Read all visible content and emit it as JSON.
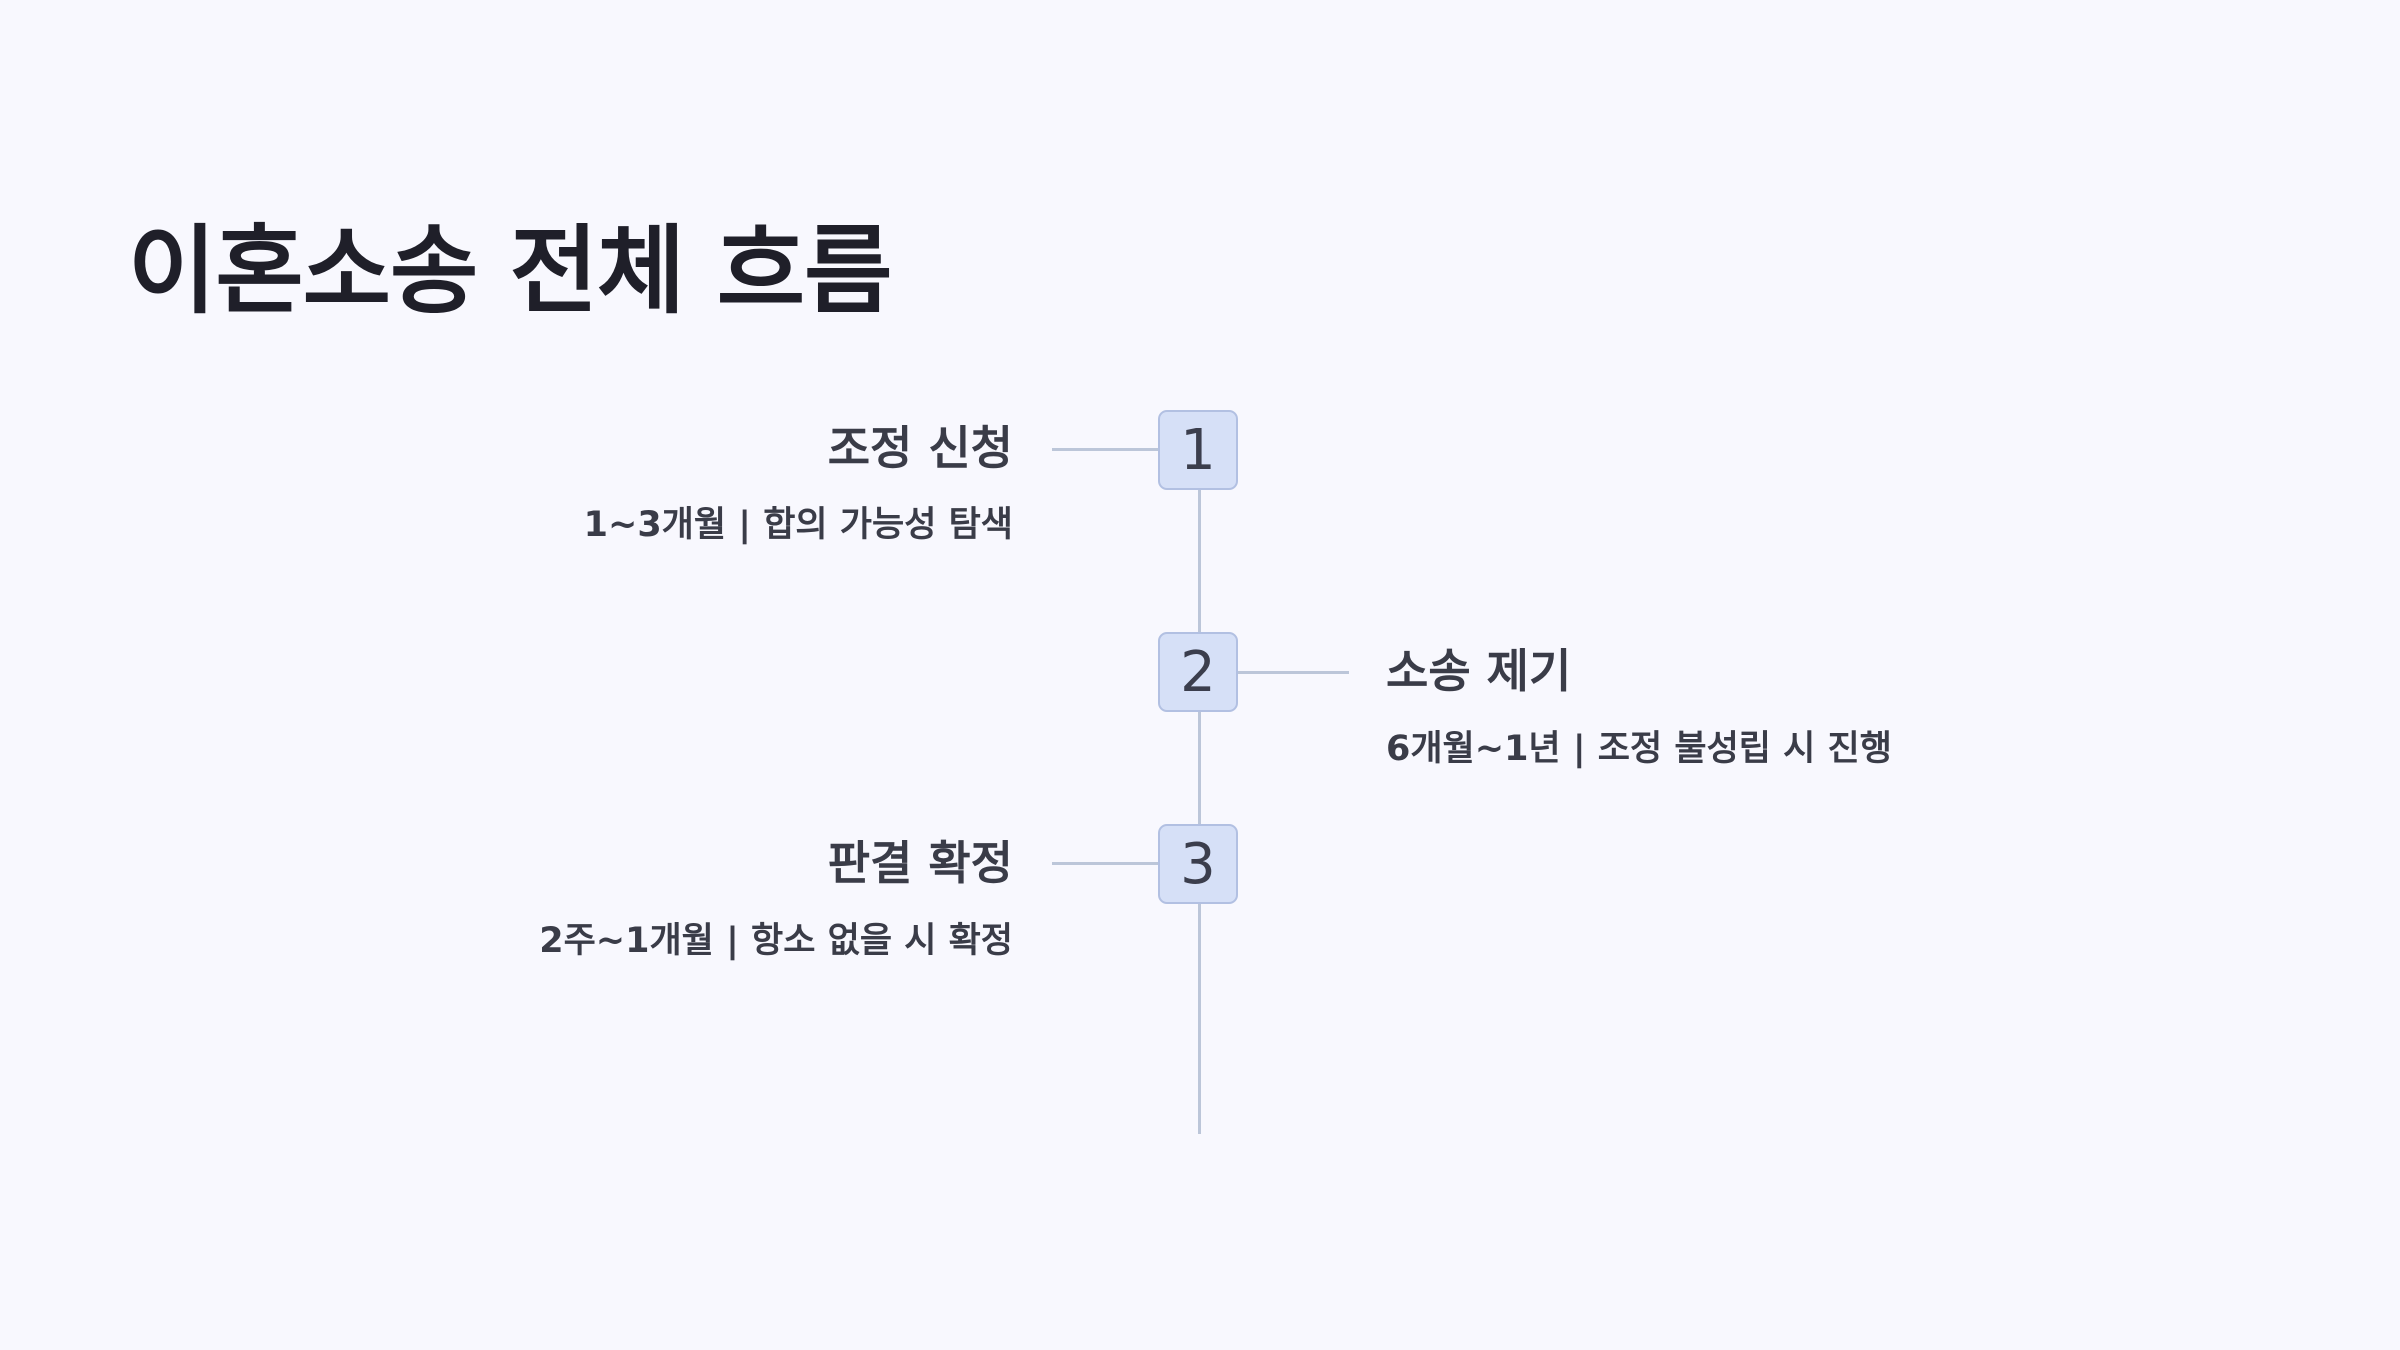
{
  "title": "이혼소송 전체 흐름",
  "steps": [
    {
      "number": "1",
      "title": "조정 신청",
      "description": "1~3개월 | 합의 가능성 탐색",
      "side": "left"
    },
    {
      "number": "2",
      "title": "소송 제기",
      "description": "6개월~1년 | 조정 불성립 시 진행",
      "side": "right"
    },
    {
      "number": "3",
      "title": "판결 확정",
      "description": "2주~1개월 | 항소 없을 시 확정",
      "side": "left"
    }
  ],
  "colors": {
    "background": "#f8f8fe",
    "node_fill": "#d6e0f7",
    "node_border": "#b2c0e2",
    "line": "#bcc6d9",
    "text": "#3a3c48",
    "title": "#1f1f29"
  }
}
